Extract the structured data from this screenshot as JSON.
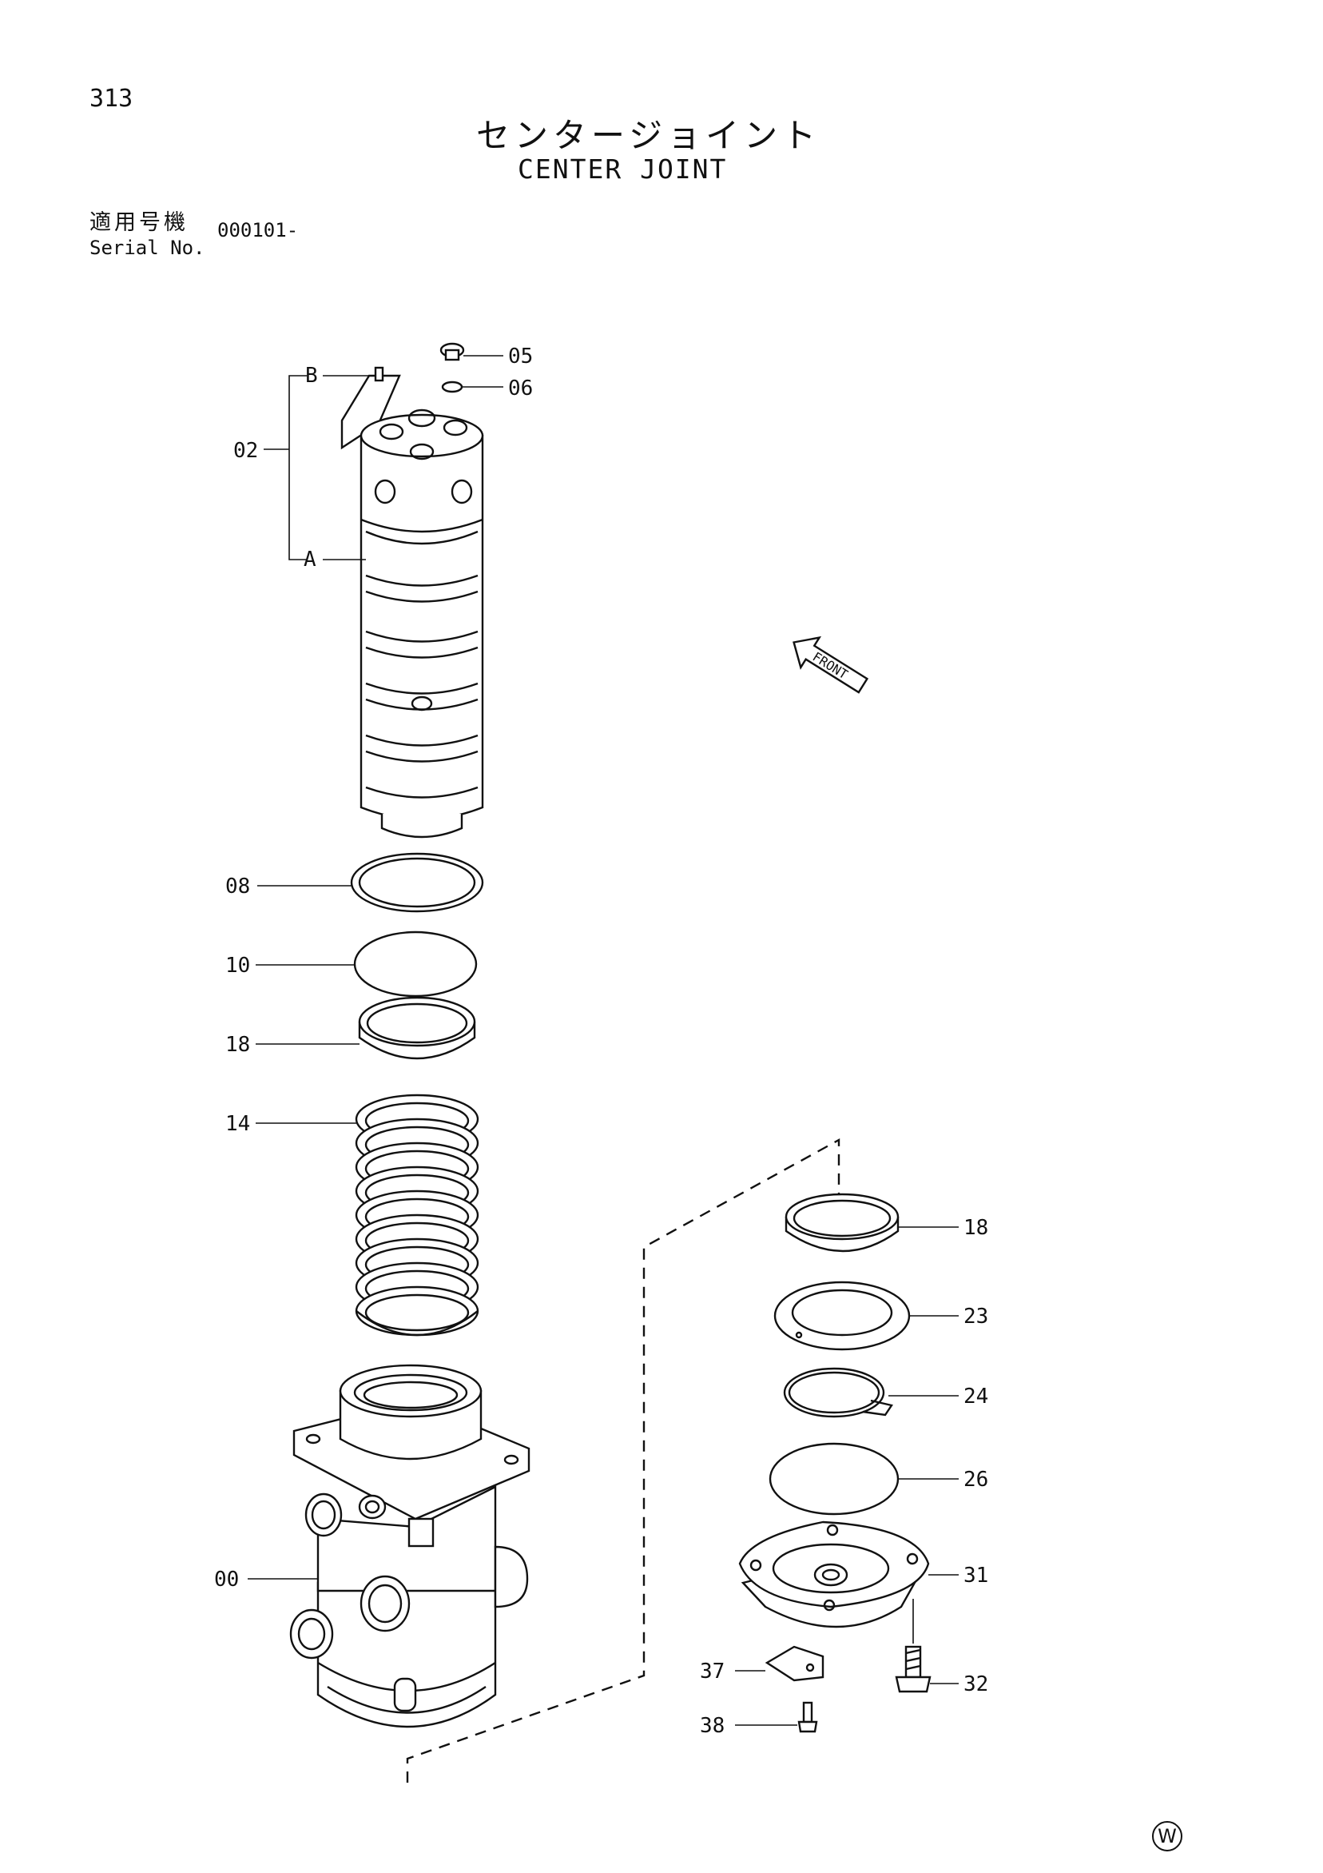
{
  "header": {
    "page_number": "313",
    "title_jp": "センタージョイント",
    "title_en": "CENTER JOINT",
    "serial_label_jp": "適用号機",
    "serial_label_en": "Serial No.",
    "serial_value": "000101-"
  },
  "callouts": {
    "c02": "02",
    "c05": "05",
    "c06": "06",
    "cB": "B",
    "cA": "A",
    "c08": "08",
    "c10": "10",
    "c18a": "18",
    "c14": "14",
    "c00": "00",
    "c18b": "18",
    "c23": "23",
    "c24": "24",
    "c26": "26",
    "c31": "31",
    "c32": "32",
    "c37": "37",
    "c38": "38"
  },
  "front_arrow": "FRONT",
  "footer_mark": "W"
}
